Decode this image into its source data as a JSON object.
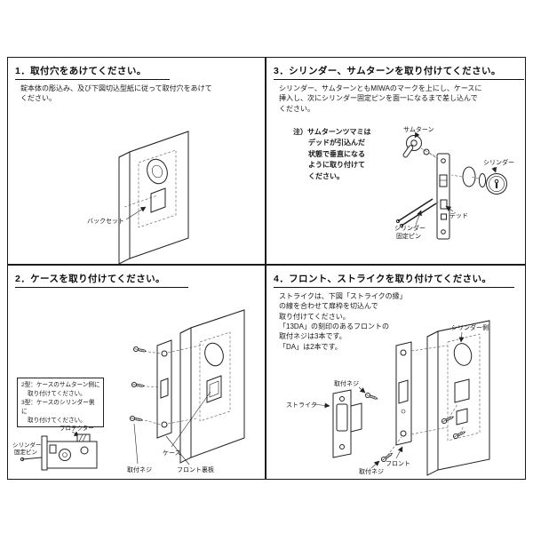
{
  "sheet": {
    "panel1": {
      "title": "1．取付穴をあけてください。",
      "body_lines": [
        "錠本体の彫込み、及び下図切込型紙に従って取付穴をあけて",
        "ください。"
      ],
      "labels": {
        "backset": "バックセット"
      }
    },
    "panel2": {
      "title": "2．ケースを取り付けてください。",
      "note_lines": [
        "2型：ケースのサムターン側に",
        "取り付けてください。",
        "3型：ケースのシリンダー側に",
        "取り付けてください。"
      ],
      "labels": {
        "cylinder_pin_line1": "シリンダー",
        "cylinder_pin_line2": "固定ピン",
        "protector": "プロテクター",
        "case": "ケース",
        "mounting_screw": "取付ネジ",
        "front_backing_plate": "フロント裏板"
      }
    },
    "panel3": {
      "title": "3．シリンダー、サムターンを取り付けてください。",
      "body_lines": [
        "シリンダー、サムターンともMIWAのマークを上にし、ケースに",
        "挿入し、次にシリンダー固定ピンを面一になるまで差し込んで",
        "ください。"
      ],
      "note_lines": [
        "注）サムターンツマミは",
        "デッドが引込んだ",
        "状態で垂直になる",
        "ように取り付けて",
        "ください。"
      ],
      "labels": {
        "thumbturn": "サムターン",
        "cylinder": "シリンダー",
        "cylinder_pin_line1": "シリンダー",
        "cylinder_pin_line2": "固定ピン",
        "deadbolt": "デッド"
      }
    },
    "panel4": {
      "title": "4．フロント、ストライクを取り付けてください。",
      "body_lines": [
        "ストライクは、下図「ストライクの縁」",
        "の線を合わせて扉枠を切込んで",
        "取り付けてください。",
        "「13DA」の刻印のあるフロントの",
        "取付ネジは3本です。",
        "「DA」は2本です。"
      ],
      "labels": {
        "cylinder_side": "シリンダー側",
        "mounting_screw_top": "取付ネジ",
        "strike": "ストライク",
        "front": "フロント",
        "mounting_screw_bottom": "取付ネジ"
      }
    }
  }
}
